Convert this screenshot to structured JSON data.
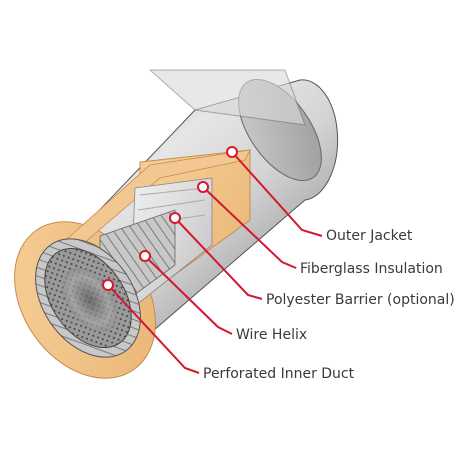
{
  "diagram": {
    "labels": [
      {
        "id": "outer-jacket",
        "text": "Outer Jacket"
      },
      {
        "id": "fiberglass-insulation",
        "text": "Fiberglass Insulation"
      },
      {
        "id": "polyester-barrier",
        "text": "Polyester Barrier (optional)"
      },
      {
        "id": "wire-helix",
        "text": "Wire Helix"
      },
      {
        "id": "perforated-inner-duct",
        "text": "Perforated Inner Duct"
      }
    ],
    "colors": {
      "leader": "#d4182f",
      "insulation": "#f2c48a",
      "jacket": "#b8b8b8",
      "text": "#3a3a3a"
    }
  }
}
